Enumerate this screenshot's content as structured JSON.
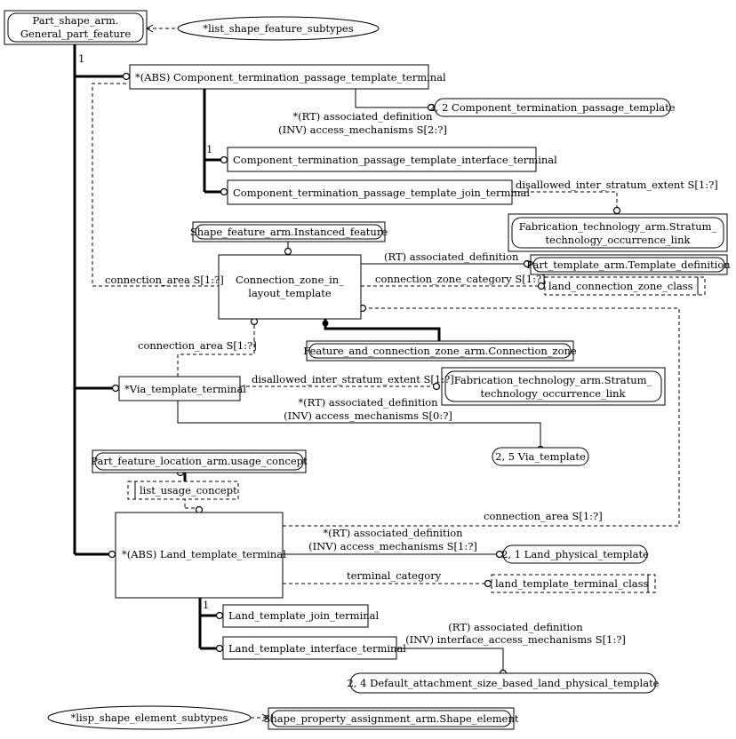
{
  "entities": {
    "general_part_feature": [
      "Part_shape_arm.",
      "General_part_feature"
    ],
    "cptt_terminal": "*(ABS) Component_termination_passage_template_terminal",
    "cptt_interface_terminal": "Component_termination_passage_template_interface_terminal",
    "cptt_join_terminal": "Component_termination_passage_template_join_terminal",
    "connection_zone_in_layout_template": [
      "Connection_zone_in_",
      "layout_template"
    ],
    "via_template_terminal": "*Via_template_terminal",
    "land_template_terminal": "*(ABS) Land_template_terminal",
    "land_template_join_terminal": "Land_template_join_terminal",
    "land_template_interface_terminal": "Land_template_interface_terminal"
  },
  "references": {
    "cptt": "2, 2 Component_termination_passage_template",
    "stratum_link_1": [
      "Fabrication_technology_arm.Stratum_",
      "technology_occurrence_link"
    ],
    "instanced_feature": "Shape_feature_arm.Instanced_feature",
    "template_definition": "Part_template_arm.Template_definition",
    "connection_zone": "Feature_and_connection_zone_arm.Connection_zone",
    "stratum_link_2": [
      "Fabrication_technology_arm.Stratum_",
      "technology_occurrence_link"
    ],
    "via_template": "2, 5 Via_template",
    "usage_concept": "Part_feature_location_arm.usage_concept",
    "land_physical_template": "2, 1 Land_physical_template",
    "default_land_template": "2, 4 Default_attachment_size_based_land_physical_template",
    "shape_element": "Shape_property_assignment_arm.Shape_element"
  },
  "select_types": {
    "list_shape_feature_subtypes": "*list_shape_feature_subtypes",
    "lisp_shape_element_subtypes": "*lisp_shape_element_subtypes",
    "land_connection_zone_class": "land_connection_zone_class",
    "list_usage_concept": "list_usage_concept",
    "land_template_terminal_class": "land_template_terminal_class"
  },
  "labels": {
    "card_1a": "1",
    "card_1b": "1",
    "card_1c": "1",
    "cptt_assoc_1": "*(RT) associated_definition",
    "cptt_assoc_2": "(INV) access_mechanisms S[2:?]",
    "disallowed_1": "disallowed_inter_stratum_extent S[1:?]",
    "connection_area_left": "connection_area S[1:?]",
    "cz_assoc": "(RT) associated_definition",
    "cz_category": "connection_zone_category S[1:?]",
    "connection_area_via": "connection_area S[1:?]",
    "disallowed_2": "disallowed_inter_stratum_extent S[1:?]",
    "via_assoc_1": "*(RT) associated_definition",
    "via_assoc_2": "(INV) access_mechanisms S[0:?]",
    "connection_area_land": "connection_area S[1:?]",
    "land_assoc_1": "*(RT) associated_definition",
    "land_assoc_2": "(INV) access_mechanisms S[1:?]",
    "terminal_category": "terminal_category",
    "iface_assoc_1": "(RT) associated_definition",
    "iface_assoc_2": "(INV) interface_access_mechanisms S[1:?]"
  }
}
